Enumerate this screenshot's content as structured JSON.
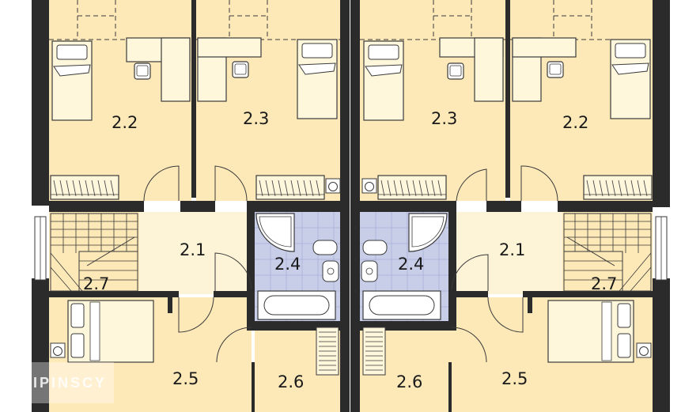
{
  "plan": {
    "colors": {
      "floor": "#fde9b8",
      "hall": "#fdf3d6",
      "bath": "#c8cde8",
      "wall": "#2b2b2b",
      "furniture": "#fff7dc",
      "line": "#3a3a3a"
    },
    "rooms": [
      {
        "id": "2.2",
        "label": "2.2",
        "side": "left"
      },
      {
        "id": "2.3",
        "label": "2.3",
        "side": "left"
      },
      {
        "id": "2.3",
        "label": "2.3",
        "side": "right"
      },
      {
        "id": "2.2",
        "label": "2.2",
        "side": "right"
      },
      {
        "id": "2.1",
        "label": "2.1",
        "side": "left"
      },
      {
        "id": "2.4",
        "label": "2.4",
        "side": "left"
      },
      {
        "id": "2.4",
        "label": "2.4",
        "side": "right"
      },
      {
        "id": "2.1",
        "label": "2.1",
        "side": "right"
      },
      {
        "id": "2.7",
        "label": "2.7",
        "side": "left"
      },
      {
        "id": "2.7",
        "label": "2.7",
        "side": "right"
      },
      {
        "id": "2.5",
        "label": "2.5",
        "side": "left"
      },
      {
        "id": "2.6",
        "label": "2.6",
        "side": "left"
      },
      {
        "id": "2.6",
        "label": "2.6",
        "side": "right"
      },
      {
        "id": "2.5",
        "label": "2.5",
        "side": "right"
      }
    ],
    "watermark": "LIPINSCY"
  }
}
